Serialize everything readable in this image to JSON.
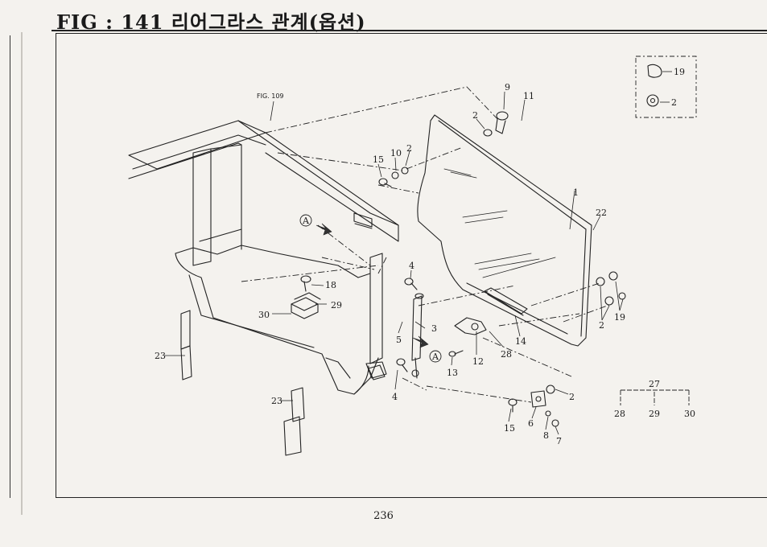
{
  "header": {
    "title": "FIG : 141 리어그라스 관계(옵션)"
  },
  "figure_ref": "FIG. 109",
  "circle_marker": "A",
  "callouts": [
    "9",
    "11",
    "2",
    "10",
    "2",
    "15",
    "1",
    "22",
    "4",
    "18",
    "29",
    "30",
    "5",
    "3",
    "23",
    "4",
    "23",
    "13",
    "12",
    "28",
    "14",
    "2",
    "19",
    "2",
    "6",
    "15",
    "8",
    "7"
  ],
  "inset_callouts": [
    "19",
    "2"
  ],
  "kit": {
    "parent": "27",
    "children": [
      "28",
      "29",
      "30"
    ]
  },
  "footer": {
    "page_number": "236"
  }
}
